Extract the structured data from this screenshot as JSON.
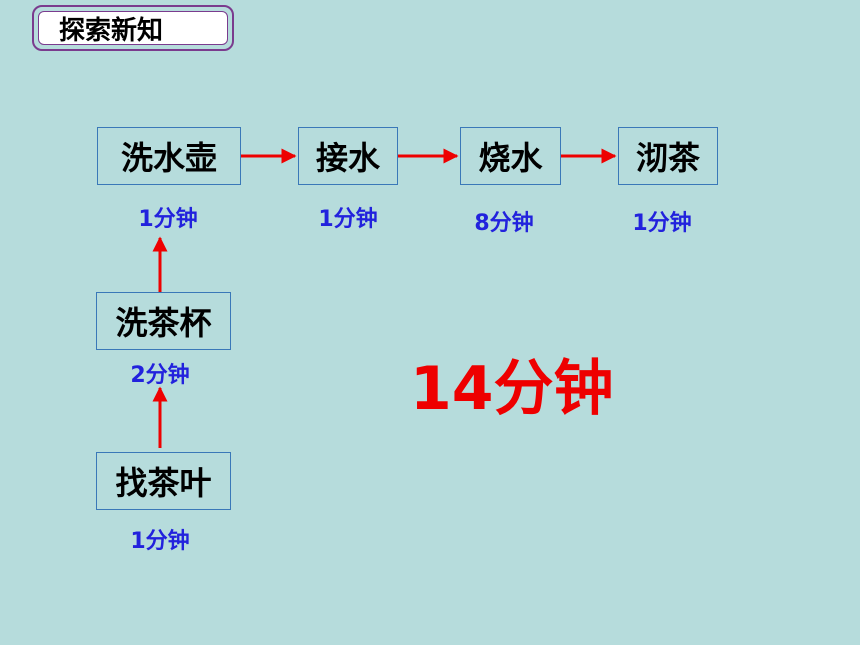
{
  "title": "探索新知",
  "steps": {
    "wash_kettle": {
      "label": "洗水壶",
      "duration": "1分钟"
    },
    "fetch_water": {
      "label": "接水",
      "duration": "1分钟"
    },
    "boil_water": {
      "label": "烧水",
      "duration": "8分钟"
    },
    "brew_tea": {
      "label": "沏茶",
      "duration": "1分钟"
    },
    "wash_cups": {
      "label": "洗茶杯",
      "duration": "2分钟"
    },
    "find_leaves": {
      "label": "找茶叶",
      "duration": "1分钟"
    }
  },
  "total_time": "14分钟",
  "colors": {
    "background": "#b6dcdc",
    "arrow": "#ee0000",
    "duration": "#2222dd",
    "total": "#ee0000"
  }
}
